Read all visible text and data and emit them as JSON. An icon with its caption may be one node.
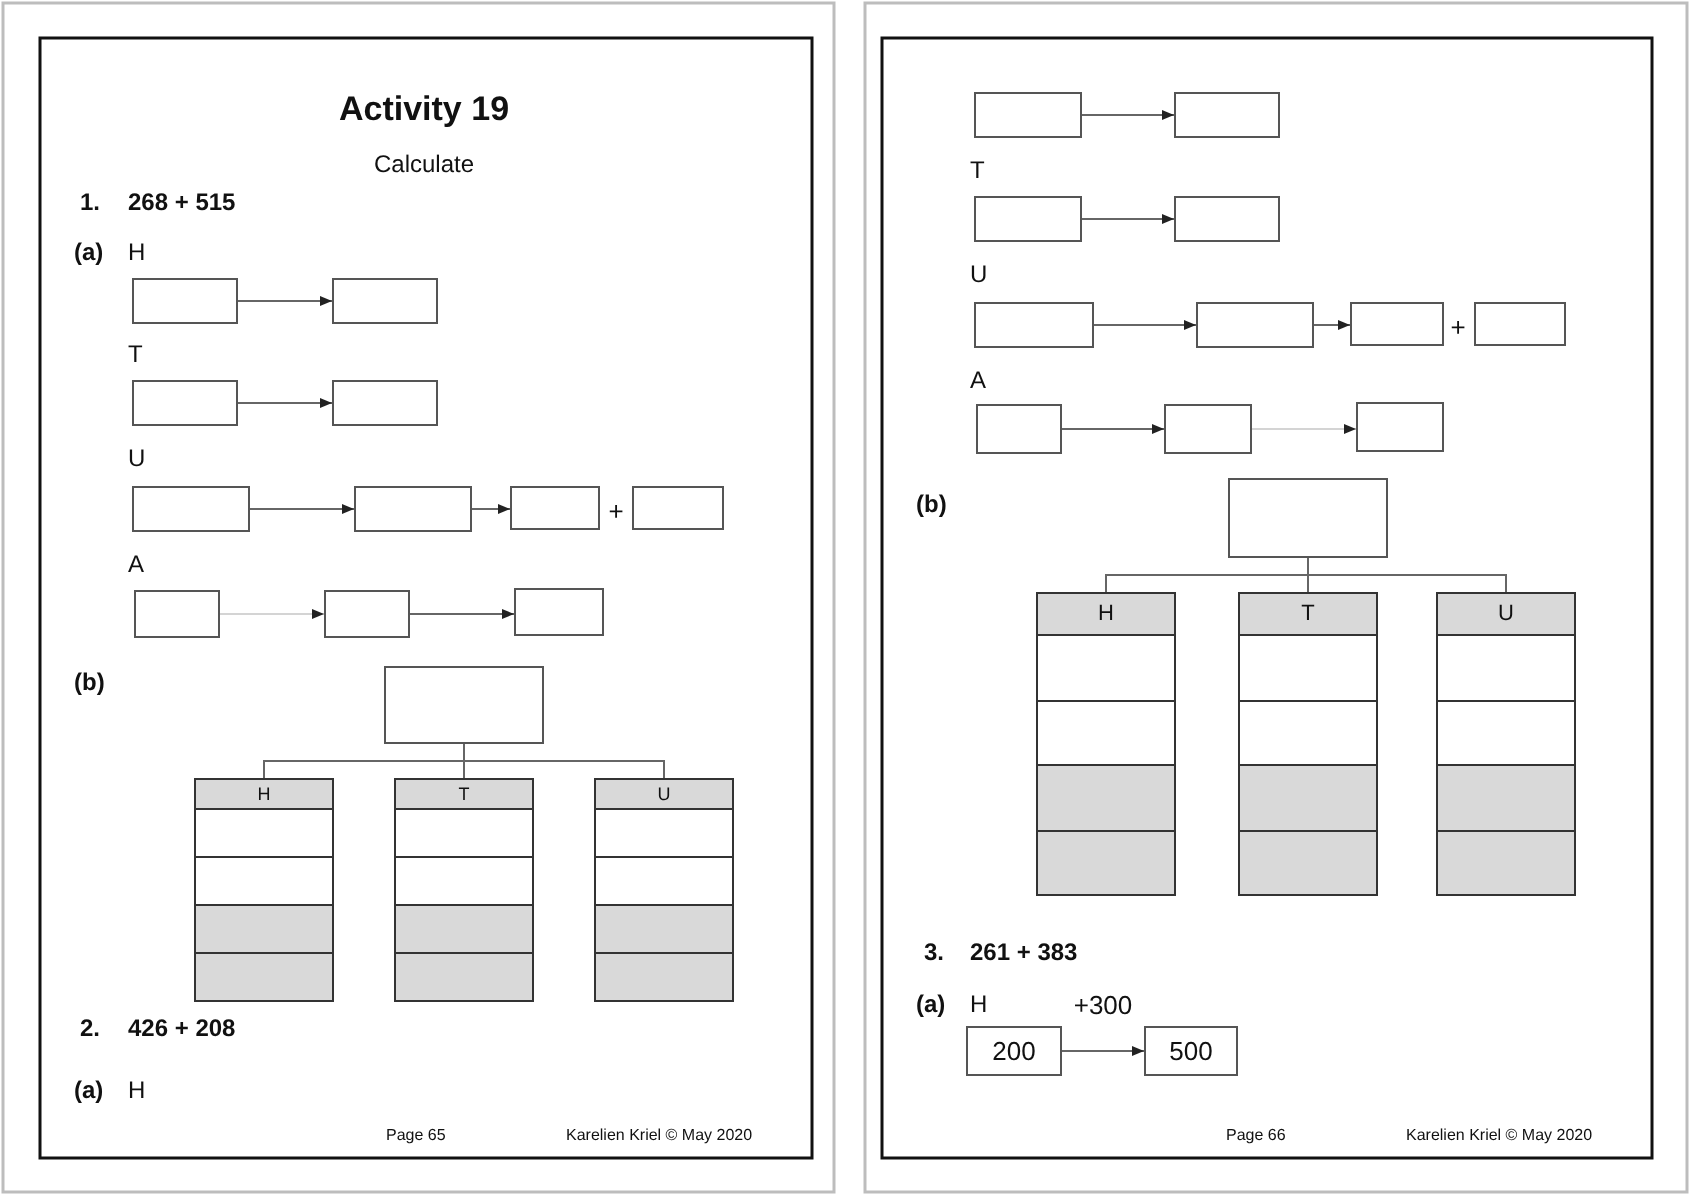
{
  "diagram": {
    "title": "Activity 19",
    "nodes": [
      {
        "text": [],
        "shape": "box"
      },
      {
        "text": [],
        "shape": "box"
      },
      {
        "text": [],
        "shape": "box"
      },
      {
        "text": [],
        "shape": "box"
      },
      {
        "text": [],
        "shape": "box"
      },
      {
        "text": [],
        "shape": "box"
      },
      {
        "text": [],
        "shape": "box"
      },
      {
        "text": [],
        "shape": "box"
      },
      {
        "text": [],
        "shape": "box"
      },
      {
        "text": [],
        "shape": "box"
      },
      {
        "text": [],
        "shape": "box"
      },
      {
        "text": [],
        "shape": "box"
      },
      {
        "text": [
          "H"
        ]
      },
      {
        "text": [],
        "shape": "box",
        "in": 12
      },
      {
        "text": [],
        "shape": "box",
        "in": 12
      },
      {
        "text": [],
        "shape": "box",
        "in": 12
      },
      {
        "text": [],
        "shape": "box",
        "in": 12
      },
      {
        "text": [
          "T"
        ]
      },
      {
        "text": [],
        "shape": "box",
        "in": 17
      },
      {
        "text": [],
        "shape": "box",
        "in": 17
      },
      {
        "text": [],
        "shape": "box",
        "in": 17
      },
      {
        "text": [],
        "shape": "box",
        "in": 17
      },
      {
        "text": [
          "U"
        ]
      },
      {
        "text": [],
        "shape": "box",
        "in": 22
      },
      {
        "text": [],
        "shape": "box",
        "in": 22
      },
      {
        "text": [],
        "shape": "box",
        "in": 22
      },
      {
        "text": [],
        "shape": "box",
        "in": 22
      },
      {
        "text": [],
        "shape": "box"
      },
      {
        "text": [],
        "shape": "box"
      },
      {
        "text": [],
        "shape": "box"
      },
      {
        "text": [],
        "shape": "box"
      },
      {
        "text": [],
        "shape": "box"
      },
      {
        "text": [],
        "shape": "box"
      },
      {
        "text": [],
        "shape": "box"
      },
      {
        "text": [],
        "shape": "box"
      },
      {
        "text": [],
        "shape": "box"
      },
      {
        "text": [],
        "shape": "box"
      },
      {
        "text": [],
        "shape": "box"
      },
      {
        "text": [],
        "shape": "box"
      },
      {
        "text": [
          "H"
        ]
      },
      {
        "text": [],
        "shape": "box",
        "in": 39
      },
      {
        "text": [],
        "shape": "box",
        "in": 39
      },
      {
        "text": [],
        "shape": "box",
        "in": 39
      },
      {
        "text": [],
        "shape": "box",
        "in": 39
      },
      {
        "text": [
          "T"
        ]
      },
      {
        "text": [],
        "shape": "box",
        "in": 44
      },
      {
        "text": [],
        "shape": "box",
        "in": 44
      },
      {
        "text": [],
        "shape": "box",
        "in": 44
      },
      {
        "text": [],
        "shape": "box",
        "in": 44
      },
      {
        "text": [
          "U"
        ]
      },
      {
        "text": [],
        "shape": "box",
        "in": 49
      },
      {
        "text": [],
        "shape": "box",
        "in": 49
      },
      {
        "text": [],
        "shape": "box",
        "in": 49
      },
      {
        "text": [],
        "shape": "box",
        "in": 49
      },
      {
        "text": [
          "200"
        ]
      },
      {
        "text": [
          "500"
        ]
      }
    ],
    "edges": [
      {
        "from": 0,
        "to": 1,
        "arrow": "to"
      },
      {
        "from": 2,
        "to": 3,
        "arrow": "to"
      },
      {
        "from": 4,
        "to": 5,
        "arrow": "to"
      },
      {
        "from": 5,
        "to": 6,
        "arrow": "to"
      },
      {
        "from": 8,
        "to": 9,
        "arrow": "to",
        "color": "#d4d4d4"
      },
      {
        "from": 9,
        "to": 10,
        "arrow": "to"
      },
      {
        "from": 11,
        "to": 12,
        "arrow": "none"
      },
      {
        "from": 11,
        "to": 17,
        "arrow": "none"
      },
      {
        "from": 11,
        "to": 22,
        "arrow": "none"
      },
      {
        "from": 27,
        "to": 28,
        "arrow": "to"
      },
      {
        "from": 29,
        "to": 30,
        "arrow": "to"
      },
      {
        "from": 31,
        "to": 32,
        "arrow": "to"
      },
      {
        "from": 32,
        "to": 33,
        "arrow": "to"
      },
      {
        "from": 35,
        "to": 36,
        "arrow": "to"
      },
      {
        "from": 36,
        "to": 37,
        "arrow": "to",
        "color": "#d4d4d4"
      },
      {
        "from": 38,
        "to": 39,
        "arrow": "none"
      },
      {
        "from": 38,
        "to": 44,
        "arrow": "none"
      },
      {
        "from": 38,
        "to": 49,
        "arrow": "none"
      },
      {
        "from": 54,
        "to": 55,
        "arrow": "to",
        "label": "+300"
      }
    ],
    "labels": [
      "Calculate",
      "1.",
      "268 + 515",
      "(a)",
      "H",
      "T",
      "U",
      "+",
      "A",
      "(b)",
      "2.",
      "426 + 208",
      "(a)",
      "H",
      "Page 65",
      "Karelien Kriel © May 2020",
      "T",
      "U",
      "+",
      "A",
      "(b)",
      "3.",
      "261 + 383",
      "(a)",
      "H",
      "Page 66",
      "Karelien Kriel © May 2020"
    ]
  }
}
